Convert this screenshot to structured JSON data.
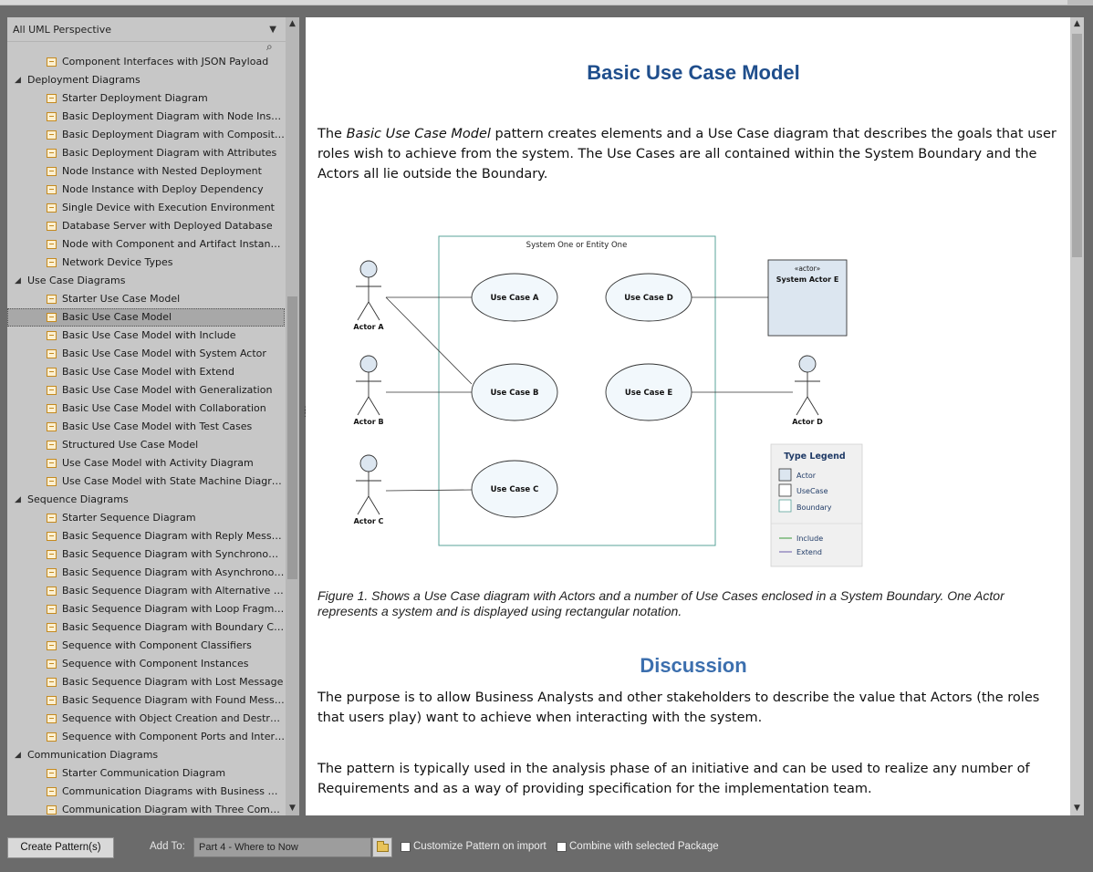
{
  "tree": {
    "perspective": "All UML Perspective",
    "rows": [
      {
        "kind": "item",
        "label": "Component Interfaces with JSON Payload"
      },
      {
        "kind": "cat",
        "label": "Deployment Diagrams"
      },
      {
        "kind": "item",
        "label": "Starter Deployment Diagram"
      },
      {
        "kind": "item",
        "label": "Basic Deployment Diagram with Node Instan..."
      },
      {
        "kind": "item",
        "label": "Basic Deployment Diagram with Composition"
      },
      {
        "kind": "item",
        "label": "Basic Deployment Diagram with Attributes"
      },
      {
        "kind": "item",
        "label": "Node Instance with Nested Deployment"
      },
      {
        "kind": "item",
        "label": "Node Instance with Deploy Dependency"
      },
      {
        "kind": "item",
        "label": "Single Device with Execution Environment"
      },
      {
        "kind": "item",
        "label": "Database Server with Deployed Database"
      },
      {
        "kind": "item",
        "label": "Node with Component and Artifact Instances"
      },
      {
        "kind": "item",
        "label": "Network Device Types"
      },
      {
        "kind": "cat",
        "label": "Use Case Diagrams"
      },
      {
        "kind": "item",
        "label": "Starter Use Case Model"
      },
      {
        "kind": "item",
        "label": "Basic Use Case Model",
        "selected": true
      },
      {
        "kind": "item",
        "label": "Basic Use Case Model with Include"
      },
      {
        "kind": "item",
        "label": "Basic Use Case Model with System Actor"
      },
      {
        "kind": "item",
        "label": "Basic Use Case Model with Extend"
      },
      {
        "kind": "item",
        "label": "Basic Use Case Model with Generalization"
      },
      {
        "kind": "item",
        "label": "Basic Use Case Model with Collaboration"
      },
      {
        "kind": "item",
        "label": "Basic Use Case Model with Test Cases"
      },
      {
        "kind": "item",
        "label": "Structured Use Case Model"
      },
      {
        "kind": "item",
        "label": "Use Case Model with Activity Diagram"
      },
      {
        "kind": "item",
        "label": "Use Case Model with State Machine Diagram"
      },
      {
        "kind": "cat",
        "label": "Sequence Diagrams"
      },
      {
        "kind": "item",
        "label": "Starter Sequence Diagram"
      },
      {
        "kind": "item",
        "label": "Basic Sequence Diagram with Reply Message"
      },
      {
        "kind": "item",
        "label": "Basic Sequence Diagram with Synchronous ..."
      },
      {
        "kind": "item",
        "label": "Basic Sequence Diagram with Asynchronous..."
      },
      {
        "kind": "item",
        "label": "Basic Sequence Diagram with Alternative Fr..."
      },
      {
        "kind": "item",
        "label": "Basic Sequence Diagram with Loop Fragment"
      },
      {
        "kind": "item",
        "label": "Basic Sequence Diagram with Boundary Co..."
      },
      {
        "kind": "item",
        "label": "Sequence with Component Classifiers"
      },
      {
        "kind": "item",
        "label": "Sequence with Component Instances"
      },
      {
        "kind": "item",
        "label": "Basic Sequence Diagram with Lost Message"
      },
      {
        "kind": "item",
        "label": "Basic Sequence Diagram with Found Messa..."
      },
      {
        "kind": "item",
        "label": "Sequence with Object Creation and Destruc..."
      },
      {
        "kind": "item",
        "label": "Sequence with Component Ports and Interf..."
      },
      {
        "kind": "cat",
        "label": "Communication Diagrams"
      },
      {
        "kind": "item",
        "label": "Starter Communication Diagram"
      },
      {
        "kind": "item",
        "label": "Communication Diagrams with Business Obj..."
      },
      {
        "kind": "item",
        "label": "Communication Diagram with Three Compon..."
      }
    ]
  },
  "doc": {
    "title": "Basic Use Case Model",
    "intro_before": "The ",
    "intro_em": "Basic Use Case Model",
    "intro_after": " pattern creates elements and a Use Case diagram that describes the goals that user roles wish to achieve from the system. The Use Cases are all contained within the System Boundary and the Actors all lie outside the Boundary.",
    "caption": "Figure 1. Shows a Use Case diagram with Actors and a number of Use Cases enclosed in a System Boundary. One Actor represents a system and is displayed using rectangular notation.",
    "discussion_heading": "Discussion",
    "para1": "The purpose is to allow Business Analysts and other stakeholders to describe the value that Actors (the roles that users play) want to achieve when interacting with the system.",
    "para2": "The pattern is typically used in the analysis phase of an initiative and can be used to realize any number of Requirements and as a way of providing specification for the implementation team."
  },
  "diagram": {
    "boundary_label": "System One or Entity One",
    "actors": [
      "Actor A",
      "Actor B",
      "Actor C",
      "Actor D"
    ],
    "usecases": [
      "Use Case A",
      "Use Case D",
      "Use Case B",
      "Use Case E",
      "Use Case C"
    ],
    "system_actor_stereotype": "«actor»",
    "system_actor_name": "System Actor E",
    "legend": {
      "title": "Type Legend",
      "items": [
        "Actor",
        "UseCase",
        "Boundary"
      ],
      "lines": [
        "Include",
        "Extend"
      ]
    }
  },
  "bottom": {
    "create_button": "Create Pattern(s)",
    "add_to_label": "Add To:",
    "add_to_value": "Part 4 - Where to Now",
    "customize_label": "Customize Pattern on import",
    "combine_label": "Combine with selected Package"
  },
  "colors": {
    "title": "#1f4e8c",
    "heading": "#3c6fae",
    "actor_fill": "#dce6f0",
    "usecase_fill": "#f2f8fc",
    "boundary_stroke": "#5aa39a"
  }
}
